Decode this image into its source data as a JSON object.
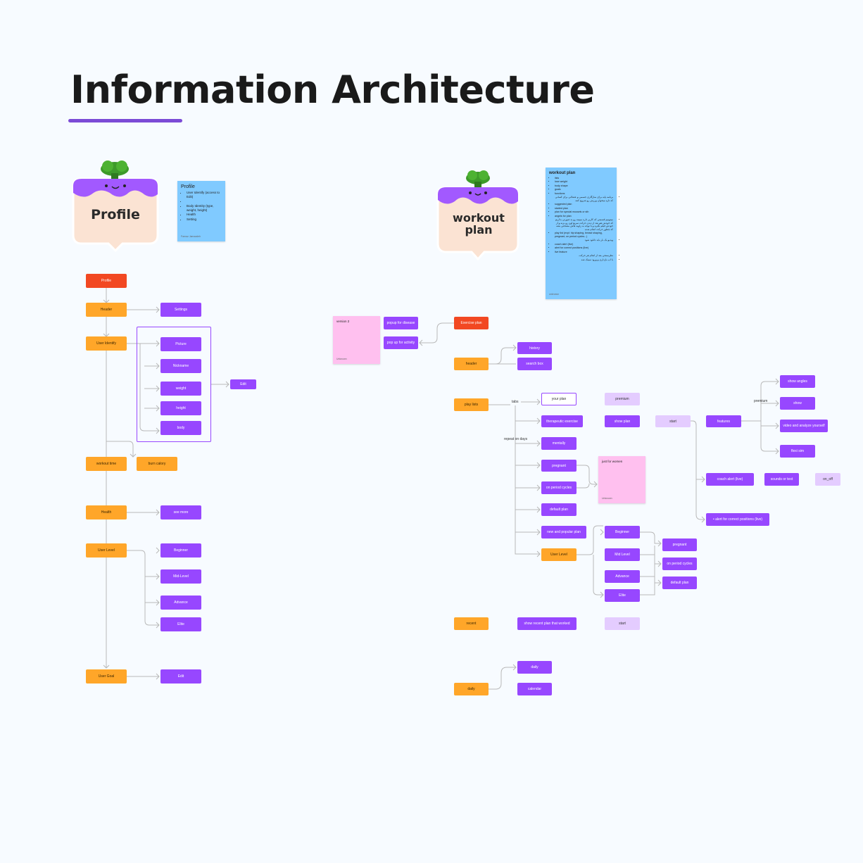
{
  "title": "Information Architecture",
  "colors": {
    "accent": "#9747ff",
    "orange": "#ffa629",
    "red": "#f24822",
    "light": "#e4ccff",
    "sticky_blue": "#80caff",
    "sticky_pink": "#ffc0ef",
    "underline": "#7b4bd6"
  },
  "profile_mascot": {
    "label": "Profile",
    "icon": "turnip-mascot-icon"
  },
  "workout_mascot": {
    "label": "workout plan",
    "icon": "turnip-mascot-icon"
  },
  "profile_note": {
    "title": "Profile",
    "items": [
      "User Identify (access to Edit)",
      "",
      "Body Identity (type, weight, height)",
      "Health",
      "Setting"
    ],
    "author": "Farnaz Jamzadeh"
  },
  "workout_note": {
    "title": "workout plan",
    "items": [
      "lists",
      "lose weight",
      "body shape",
      "goals",
      "functions",
      "برنامه پایه برای سازگاری جسمی و عضلانی برای کسانی که تازه میخوان ورزش رو شروع کنند",
      "suggested plan",
      "started plan",
      "plan for special mussels or sth",
      "angels for plan",
      "میتونیم قسمتی که کاربر داره میبینه رو به صورتی بذاریم که خودش هم بعد از دیدن حرکت سریع اون رو بزنه و از خودش فیلم بگیره و با توجه به زاویه هاش مشخص بشه که چطور حرکت انجام شده",
      "play list (expl: hip shaping, breast shaping, pregnant, on period cycles...)",
      "ویدیو یک بار باید دانلود شود",
      "coach alert (live)",
      "alert for correct positions (live)",
      "live feature",
      "نظرسنجی بعد از انجام هر حرکت",
      "با اپ بازداری و ورود سینک شه"
    ],
    "author": "unknown"
  },
  "version_note": {
    "title": "version 2",
    "author": "Unknown"
  },
  "women_note": {
    "title": "just for women",
    "author": "Unknown"
  },
  "profile_tree": {
    "root": "Profile",
    "header": "Header",
    "settings": "Settings",
    "user_identify": "User Identify",
    "identify_items": [
      "Picture",
      "Nickname",
      "weight",
      "height",
      "body"
    ],
    "edit": "Edit",
    "workout_time": "workout  time",
    "burn_calory": "burn calory",
    "health": "Health",
    "see_more": "see more",
    "user_level": "User Level",
    "levels": [
      "Beginner",
      "Mid-Level",
      "Advance",
      "Elite"
    ],
    "user_goal": "User Goal",
    "goal_edit": "Edit"
  },
  "workout_tree": {
    "popup_disease": "popup for disease",
    "popup_activity": "pop up for activity",
    "exercise_plan": "Exercise plan",
    "header": "header",
    "history": "history",
    "search_box": "search box",
    "play_lists": "play lists",
    "tabs_label": "tabs",
    "your_plan": "your plan",
    "premium": "premium",
    "therapeutic": "therapeutic exercise",
    "show_plan": "show plan",
    "start": "start",
    "features": "features",
    "premium_label": "premium",
    "show_angles": "show angles",
    "show": "show",
    "video_analyze": "video and analyze yourself",
    "flexi_sim": "flexi sim",
    "repeat_label": "repeat on days",
    "mentally": "mentally",
    "pregnant": "pregnant",
    "on_period": "on period cycles",
    "default_plan": "default plan",
    "new_popular": "new and popular plan",
    "user_level": "User Level",
    "levels": [
      "Beginner",
      "Mid Level",
      "Advance",
      "Elite"
    ],
    "level_targets": [
      "pregnant",
      "on period cycles",
      "default plan"
    ],
    "coach_alert": "coach alert (live)",
    "sounds_text": "sounds or text",
    "on_off": "on_off",
    "alert_positions": "•  alert for correct positions (live)",
    "recent": "recent",
    "show_recent": "show recent plan that worked",
    "recent_start": "start",
    "daily": "daily",
    "daily_item": "daily",
    "calendar": "calendar"
  }
}
